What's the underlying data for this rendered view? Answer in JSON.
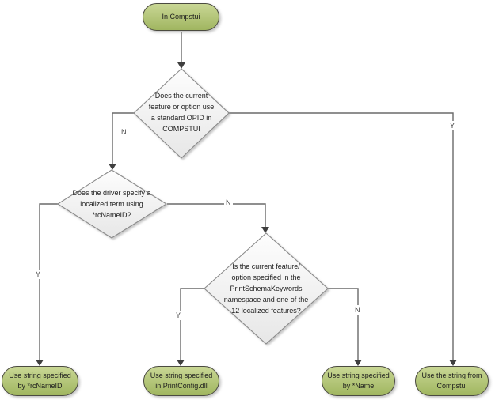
{
  "diagram": {
    "nodes": {
      "start": {
        "label": "In Compstui"
      },
      "decision_opid": {
        "label": "Does the current\nfeature or option use\na standard OPID in\nCOMPSTUI"
      },
      "decision_rcnameid": {
        "label": "Does the driver specify a\nlocalized term using\n*rcNameID?"
      },
      "decision_schema": {
        "label": "Is the current feature/\noption specified in the\nPrintSchemaKeywords\nnamespace and one of the\n12 localized features?"
      },
      "result_rcnameid": {
        "label": "Use string specified\nby *rcNameID"
      },
      "result_printconfig": {
        "label": "Use string specified\nin PrintConfig.dll"
      },
      "result_name": {
        "label": "Use string specified\nby *Name"
      },
      "result_compstui": {
        "label": "Use the string from\nCompstui"
      }
    },
    "edge_labels": {
      "opid_no": "N",
      "opid_yes": "Y",
      "rcnameid_yes": "Y",
      "rcnameid_no": "N",
      "schema_yes": "Y",
      "schema_no": "N"
    },
    "colors": {
      "terminal_fill_top": "#c9d795",
      "terminal_fill_bottom": "#a0b660",
      "terminal_border": "#4b4b40",
      "decision_fill_top": "#fdfdfd",
      "decision_fill_bottom": "#e7e7e7",
      "decision_border": "#8a8a8a",
      "connector": "#6a6a6a",
      "arrowhead": "#3f3f3f"
    }
  }
}
